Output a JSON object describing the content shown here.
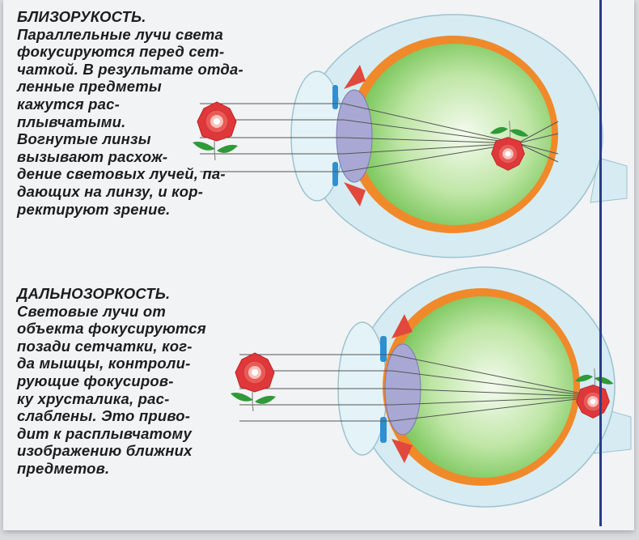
{
  "myopia": {
    "title": "БЛИЗОРУКОСТЬ.",
    "lines": [
      "Параллельные лучи света",
      "фокусируются перед сет-",
      "чаткой. В результате отда-",
      "ленные предметы",
      "кажутся рас-",
      "плывчатыми.",
      "Вогнутые линзы",
      "вызывают расхож-",
      "дение световых лучей, па-",
      "дающих на линзу, и кор-",
      "ректируют зрение."
    ]
  },
  "hyperopia": {
    "title": "ДАЛЬНОЗОРКОСТЬ.",
    "lines": [
      "Световые лучи от",
      "объекта фокусируются",
      "позади сетчатки, ког-",
      "да мышцы, контроли-",
      "рующие фокусиров-",
      "ку хрусталика, рас-",
      "слаблены. Это приво-",
      "дит к расплывчатому",
      "изображению ближних",
      "предметов."
    ]
  },
  "colors": {
    "sclera": "#d6ecf2",
    "choroid": "#f0892a",
    "vitreous": "#8cd06a",
    "lens": "#a9a8d4",
    "iris": "#2f8fd0",
    "rose": "#e0383a",
    "leaf": "#2f9a38",
    "divider": "#2c3a8c"
  }
}
